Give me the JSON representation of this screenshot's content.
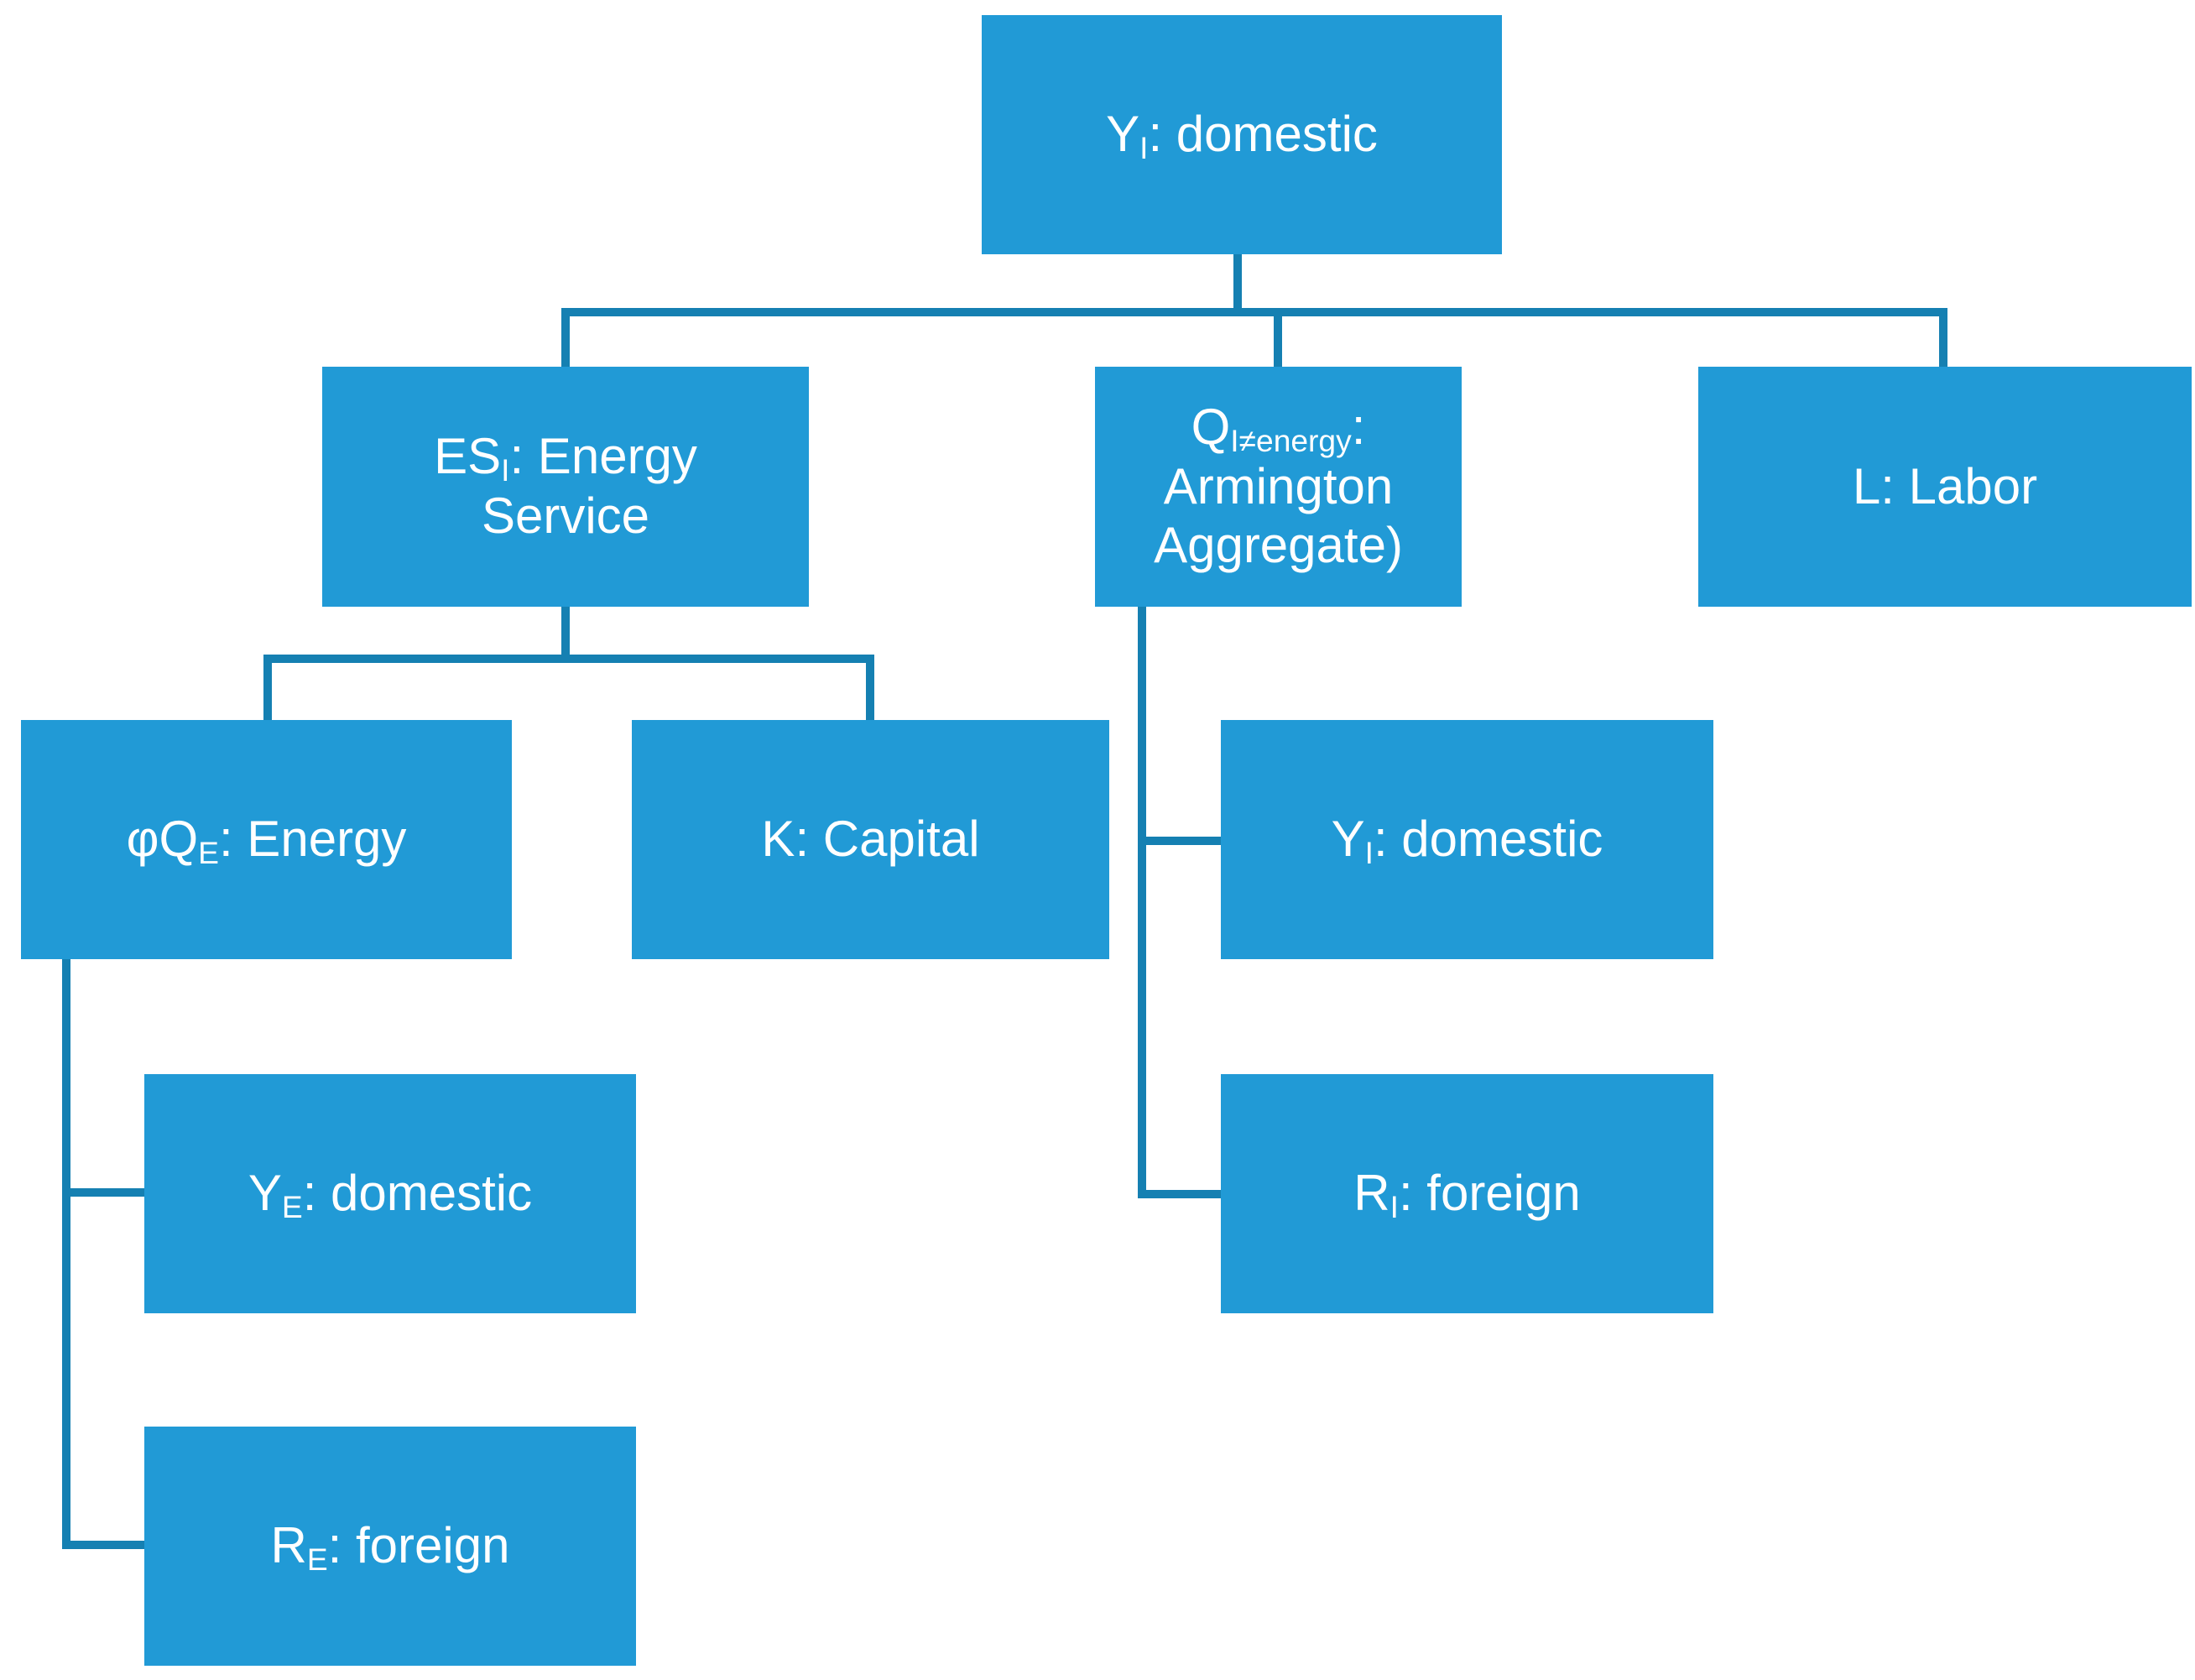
{
  "title": "CES production structure tree diagram",
  "colors": {
    "box_fill": "#219AD6",
    "connector": "#1580B2",
    "text": "#FFFFFF",
    "background": "#FFFFFF"
  },
  "diagram": {
    "type": "tree",
    "nodes": {
      "root": {
        "parts": [
          {
            "text": "Y"
          },
          {
            "text": "I",
            "subscript": true
          },
          {
            "text": ": domestic"
          }
        ]
      },
      "energy_service": {
        "parts": [
          {
            "text": "ES"
          },
          {
            "text": "I",
            "subscript": true
          },
          {
            "text": ": Energy Service"
          }
        ]
      },
      "armington": {
        "parts": [
          {
            "text": "Q"
          },
          {
            "text": "I≠energy",
            "subscript": true
          },
          {
            "text": ": Armington Aggregate)"
          }
        ]
      },
      "labor": {
        "parts": [
          {
            "text": "L: Labor"
          }
        ]
      },
      "energy": {
        "parts": [
          {
            "text": "φQ"
          },
          {
            "text": "E",
            "subscript": true
          },
          {
            "text": ": Energy"
          }
        ]
      },
      "capital": {
        "parts": [
          {
            "text": "K: Capital"
          }
        ]
      },
      "yi_domestic": {
        "parts": [
          {
            "text": "Y"
          },
          {
            "text": "I",
            "subscript": true
          },
          {
            "text": ": domestic"
          }
        ]
      },
      "ye_domestic": {
        "parts": [
          {
            "text": "Y"
          },
          {
            "text": "E",
            "subscript": true
          },
          {
            "text": ": domestic"
          }
        ]
      },
      "ri_foreign": {
        "parts": [
          {
            "text": "R"
          },
          {
            "text": "I",
            "subscript": true
          },
          {
            "text": ": foreign"
          }
        ]
      },
      "re_foreign": {
        "parts": [
          {
            "text": "R"
          },
          {
            "text": "E",
            "subscript": true
          },
          {
            "text": ": foreign"
          }
        ]
      }
    },
    "edges": [
      [
        "root",
        "energy_service"
      ],
      [
        "root",
        "armington"
      ],
      [
        "root",
        "labor"
      ],
      [
        "energy_service",
        "energy"
      ],
      [
        "energy_service",
        "capital"
      ],
      [
        "energy",
        "ye_domestic"
      ],
      [
        "energy",
        "re_foreign"
      ],
      [
        "armington",
        "yi_domestic"
      ],
      [
        "armington",
        "ri_foreign"
      ]
    ]
  }
}
